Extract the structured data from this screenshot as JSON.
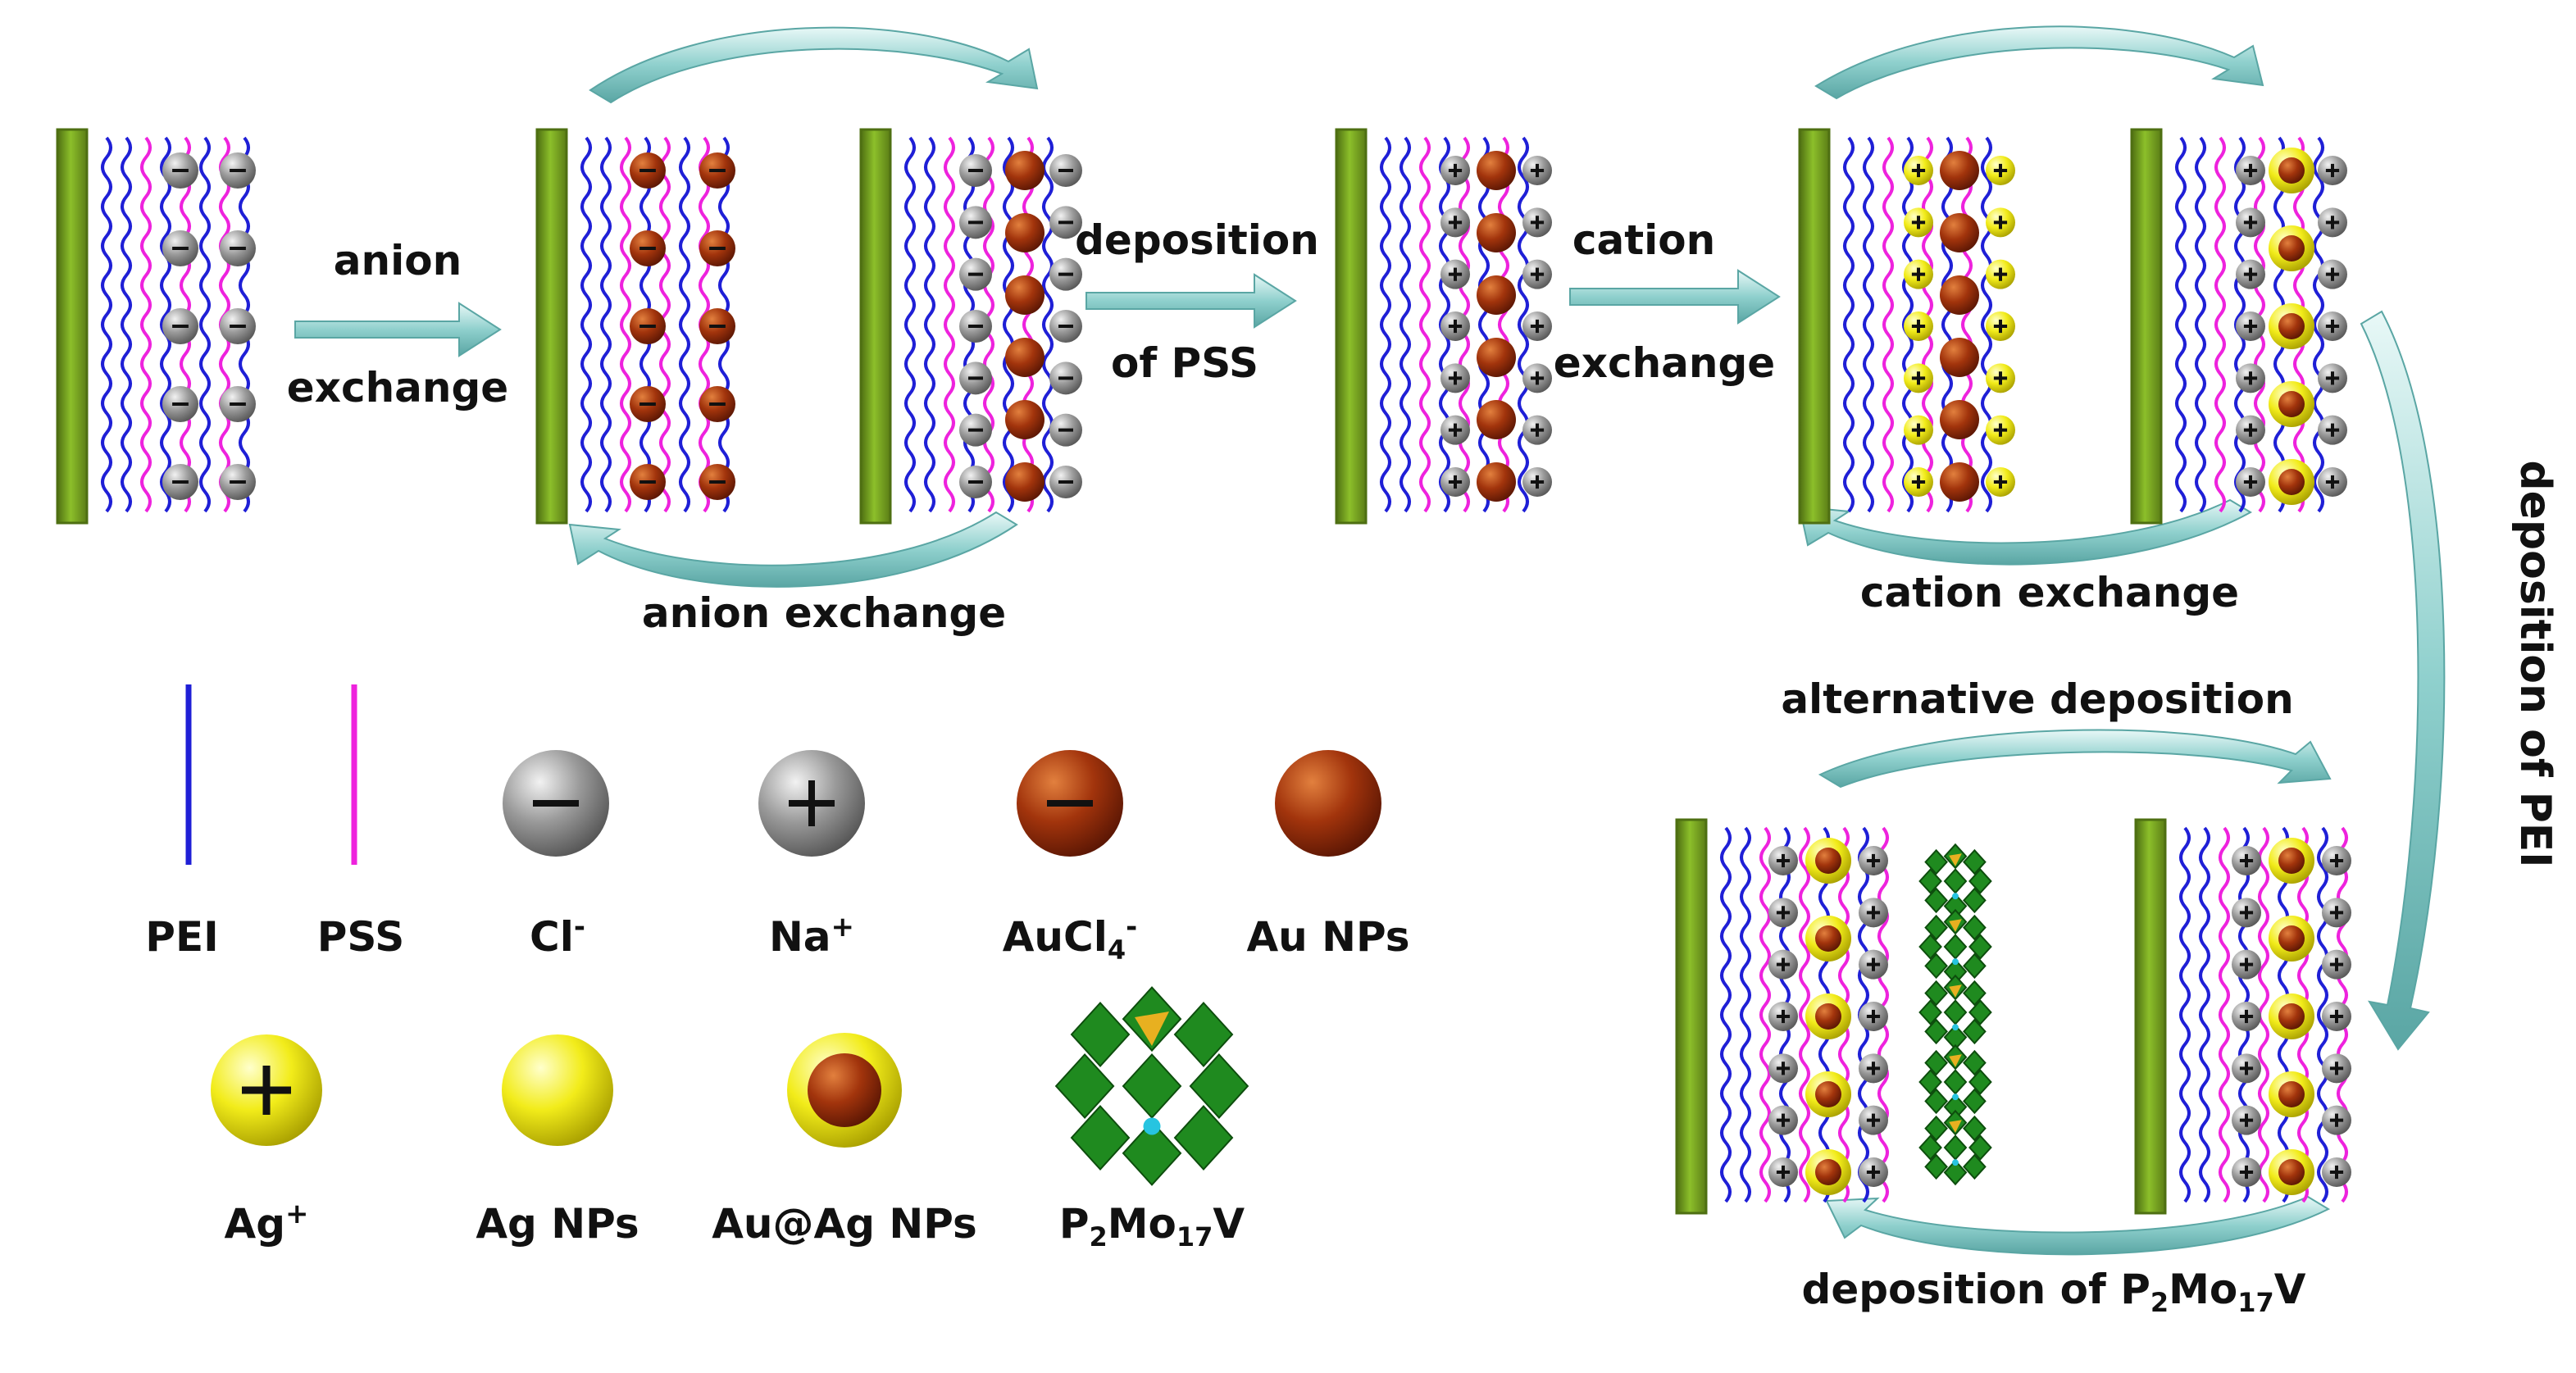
{
  "colors": {
    "substrate": "#7aa526",
    "substrate_dark": "#4e6f12",
    "pei": "#1f1fd6",
    "pss": "#ee22dd",
    "cl": "#8c8c8c",
    "na": "#8c8c8c",
    "aucl4": "#a2340c",
    "au_np": "#a2340c",
    "ag": "#f2ec1a",
    "arrow": "#9fd7d4",
    "arrow_edge": "#5aa6a4",
    "pom": "#1f8a1f"
  },
  "process": {
    "anion_exchange_1": "anion",
    "anion_exchange_2": "exchange",
    "deposition_pss_1": "deposition",
    "deposition_pss_2": "of PSS",
    "cation_exchange_1": "cation",
    "cation_exchange_2": "exchange",
    "anion_exchange_cycle": "anion exchange",
    "cation_exchange_cycle": "cation exchange",
    "alternative_deposition": "alternative deposition",
    "deposition_pei": "deposition of PEI",
    "deposition_pom": "deposition of P",
    "deposition_pom_sub1": "2",
    "deposition_pom_mo": "Mo",
    "deposition_pom_sub2": "17",
    "deposition_pom_v": "V"
  },
  "legend": {
    "pei": "PEI",
    "pss": "PSS",
    "cl": "Cl",
    "cl_sup": "-",
    "na": "Na",
    "na_sup": "+",
    "aucl4": "AuCl",
    "aucl4_sub": "4",
    "aucl4_sup": "-",
    "au_np": "Au NPs",
    "ag_ion": "Ag",
    "ag_ion_sup": "+",
    "ag_np": "Ag NPs",
    "auag_np": "Au@Ag NPs",
    "pom": "P",
    "pom_sub1": "2",
    "pom_mo": "Mo",
    "pom_sub2": "17",
    "pom_v": "V"
  },
  "glyphs": {
    "minus": "−",
    "plus": "+"
  }
}
